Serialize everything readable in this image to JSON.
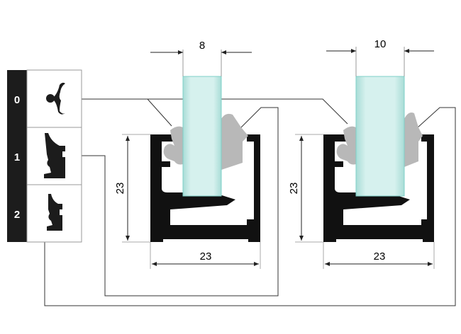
{
  "table": {
    "rows": [
      {
        "index": "0",
        "icon": "center-gasket-icon"
      },
      {
        "index": "1",
        "icon": "large-wedge-gasket-icon"
      },
      {
        "index": "2",
        "icon": "small-wedge-gasket-icon"
      }
    ]
  },
  "profiles": [
    {
      "glass_thickness": "8",
      "height": "23",
      "width": "23"
    },
    {
      "glass_thickness": "10",
      "height": "23",
      "width": "23"
    }
  ],
  "colors": {
    "profile": "#111111",
    "gasket": "#b8b8b8",
    "glass": "#bfe8e4",
    "glass_edge": "#7fd0c8",
    "index_column": "#1c1c1c"
  }
}
